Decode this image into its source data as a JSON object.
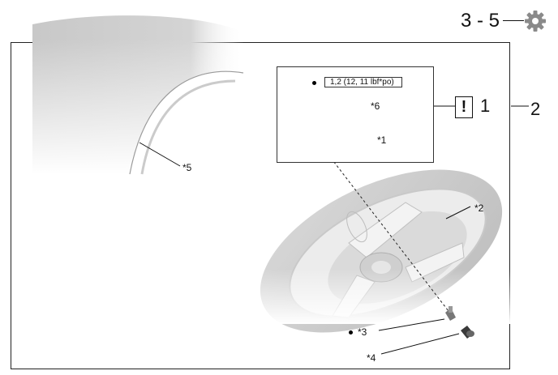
{
  "header": {
    "reference": "3 - 5",
    "icon": "gear-icon"
  },
  "inset": {
    "torque_value": "1,2 (12, 11 lbf*po)",
    "warning_mark": "!",
    "warning_ref": "1",
    "frame_ref": "2"
  },
  "callouts": {
    "valve_body": "*1",
    "wheel": "*2",
    "valve_stem": "*3",
    "cap": "*4",
    "tire": "*5",
    "sensor": "*6"
  }
}
